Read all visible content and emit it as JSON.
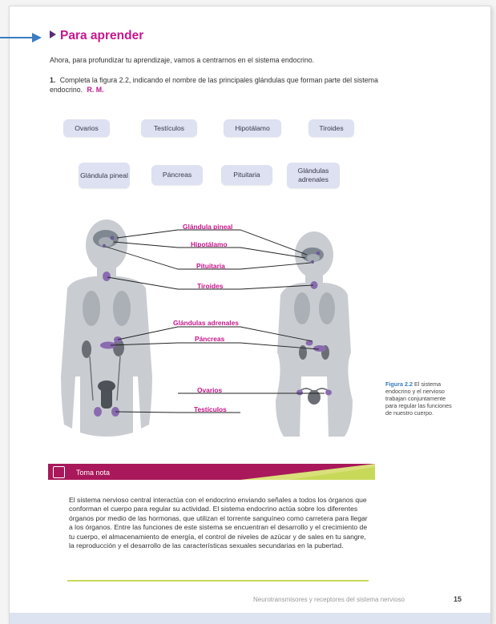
{
  "section": {
    "title": "Para aprender"
  },
  "intro": "Ahora, para profundizar tu aprendizaje, vamos a centrarnos en el sistema endocrino.",
  "question": {
    "number": "1.",
    "text": "Completa la figura 2.2, indicando el nombre de las principales glándulas que forman parte del sistema endocrino.",
    "rm": "R. M."
  },
  "word_bank": [
    "Ovarios",
    "Testículos",
    "Hipotálamo",
    "Tiroides",
    "Glándula pineal",
    "Páncreas",
    "Pituitaria",
    "Glándulas adrenales"
  ],
  "figure": {
    "labels": [
      "Glándula pineal",
      "Hipotálamo",
      "Pituitaria",
      "Tiroides",
      "Glándulas adrenales",
      "Páncreas",
      "Ovarios",
      "Testículos"
    ],
    "caption_label": "Figura 2.2",
    "caption_text": "El sistema endocrino y el nervioso trabajan conjuntamente para regular las funciones de nuestro cuerpo."
  },
  "note": {
    "title": "Toma nota",
    "body": "El sistema nervioso central interactúa con el endocrino enviando señales a todos los órganos que conforman el cuerpo para regular su actividad. El sistema endocrino actúa sobre los diferentes órganos por medio de las hormonas, que utilizan el torrente sanguíneo como carretera para llegar a los órganos. Entre las funciones de este sistema se encuentran el desarrollo y el crecimiento de tu cuerpo, el almacenamiento de energía, el control de niveles de azúcar y de sales en tu sangre, la reproducción y el desarrollo de las características sexuales secundarias en la pubertad."
  },
  "footer": {
    "text": "Neurotransmisores y receptores del sistema nervioso",
    "page": "15"
  },
  "colors": {
    "accent": "#c7168c",
    "chip": "#dde1f1",
    "note_bar": "#a8185a",
    "note_green": "#c8d95a",
    "caption": "#3a7cc0"
  }
}
